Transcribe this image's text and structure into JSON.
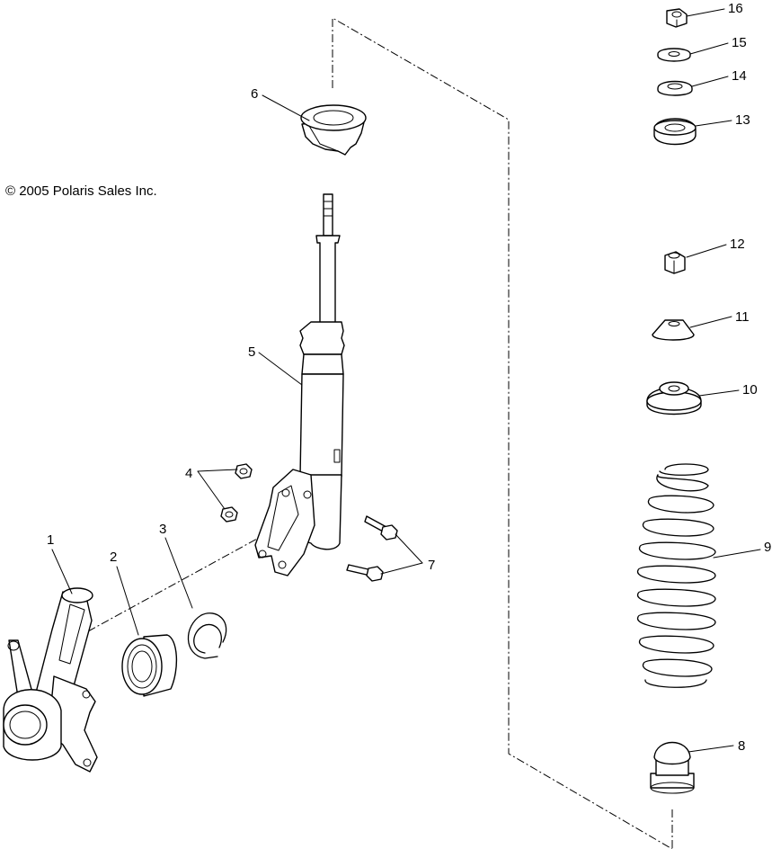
{
  "copyright": "© 2005 Polaris Sales Inc.",
  "callouts": [
    "1",
    "2",
    "3",
    "4",
    "5",
    "6",
    "7",
    "8",
    "9",
    "10",
    "11",
    "12",
    "13",
    "14",
    "15",
    "16"
  ]
}
